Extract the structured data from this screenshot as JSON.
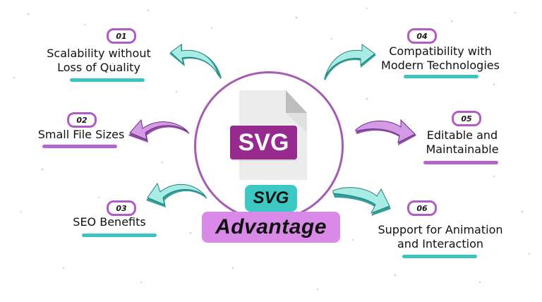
{
  "center": {
    "file_tag": "SVG",
    "title_small": "SVG",
    "title_large": "Advantage"
  },
  "colors": {
    "teal": "#3bc5c1",
    "purple": "#b466cf",
    "circle_border": "#a65bb2",
    "svg_tag": "#962a8f",
    "advantage_pill": "#d98ae9"
  },
  "items": [
    {
      "number": "01",
      "line1": "Scalability without",
      "line2": "Loss of Quality",
      "accent": "teal"
    },
    {
      "number": "02",
      "line1": "Small File Sizes",
      "line2": "",
      "accent": "purple"
    },
    {
      "number": "03",
      "line1": "SEO Benefits",
      "line2": "",
      "accent": "teal"
    },
    {
      "number": "04",
      "line1": "Compatibility with",
      "line2": "Modern Technologies",
      "accent": "teal"
    },
    {
      "number": "05",
      "line1": "Editable and",
      "line2": "Maintainable",
      "accent": "purple"
    },
    {
      "number": "06",
      "line1": "Support for Animation",
      "line2": "and Interaction",
      "accent": "teal"
    }
  ]
}
